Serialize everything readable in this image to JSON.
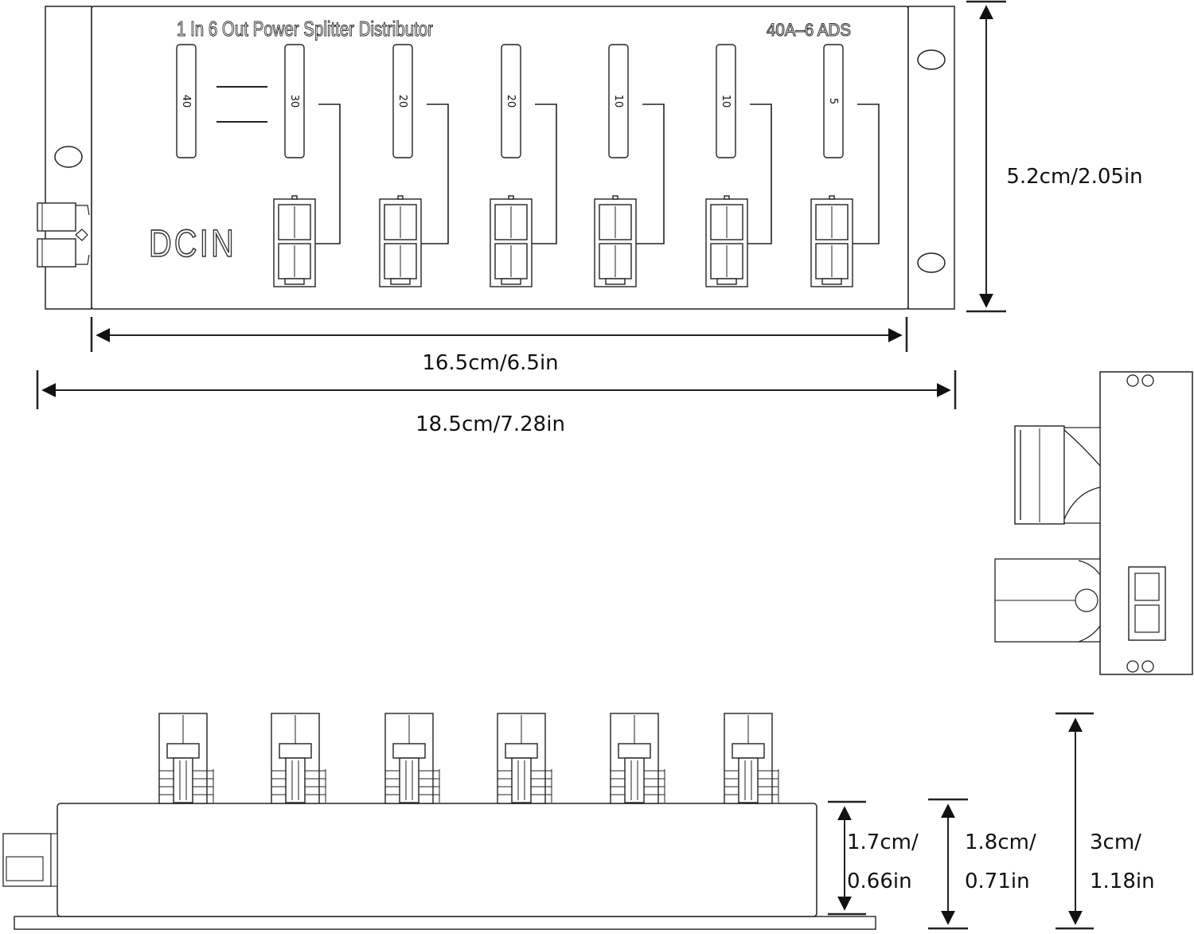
{
  "top_view": {
    "title": "1 In 6 Out Power Splitter Distributor",
    "model": "40A–6 ADS",
    "input_label": "DCIN",
    "input_fuse": "40",
    "output_fuses": [
      "30",
      "20",
      "20",
      "10",
      "10",
      "5"
    ]
  },
  "dimensions": {
    "height_top": "5.2cm/2.05in",
    "body_length": "16.5cm/6.5in",
    "total_length": "18.5cm/7.28in",
    "body_height_line1": "1.7cm/",
    "body_height_line2": "0.66in",
    "base_height_line1": "1.8cm/",
    "base_height_line2": "0.71in",
    "total_height_line1": "3cm/",
    "total_height_line2": "1.18in"
  },
  "colors": {
    "line": "#222222",
    "fill": "#ffffff",
    "text": "#111111"
  }
}
